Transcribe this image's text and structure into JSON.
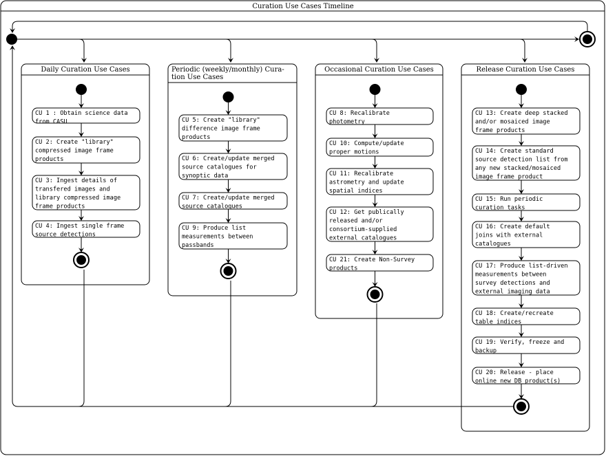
{
  "diagram": {
    "title": "Curation Use Cases Timeline",
    "lanes": [
      {
        "id": "daily",
        "title_lines": [
          "Daily Curation Use Cases"
        ],
        "activities": [
          {
            "id": "CU1",
            "lines": [
              "CU 1 : Obtain science data",
              "from CASU"
            ]
          },
          {
            "id": "CU2",
            "lines": [
              "CU 2: Create \"library\"",
              "compressed image frame",
              "products"
            ]
          },
          {
            "id": "CU3",
            "lines": [
              "CU 3: Ingest details of",
              "transfered images and",
              "library compressed image",
              "frame products"
            ]
          },
          {
            "id": "CU4",
            "lines": [
              "CU 4: Ingest single frame",
              "source detections"
            ]
          }
        ]
      },
      {
        "id": "periodic",
        "title_lines": [
          "Periodic (weekly/monthly) Cura-",
          "tion Use Cases"
        ],
        "activities": [
          {
            "id": "CU5",
            "lines": [
              "CU 5: Create \"library\"",
              "difference image frame",
              "products"
            ]
          },
          {
            "id": "CU6",
            "lines": [
              "CU 6: Create/update merged",
              "source catalogues for",
              "synoptic data"
            ]
          },
          {
            "id": "CU7",
            "lines": [
              "CU 7: Create/update merged",
              "source catalogues"
            ]
          },
          {
            "id": "CU9",
            "lines": [
              "CU 9: Produce list",
              "measurements between",
              "passbands"
            ]
          }
        ]
      },
      {
        "id": "occasional",
        "title_lines": [
          "Occasional Curation Use Cases"
        ],
        "activities": [
          {
            "id": "CU8",
            "lines": [
              "CU 8: Recalibrate",
              "photometry"
            ]
          },
          {
            "id": "CU10",
            "lines": [
              "CU 10: Compute/update",
              "proper motions"
            ]
          },
          {
            "id": "CU11",
            "lines": [
              "CU 11: Recalibrate",
              "astrometry and update",
              "spatial indices"
            ]
          },
          {
            "id": "CU12",
            "lines": [
              "CU 12: Get publically",
              "released and/or",
              "consortium-supplied",
              "external catalogues"
            ]
          },
          {
            "id": "CU21",
            "lines": [
              "CU 21: Create Non-Survey",
              "products"
            ]
          }
        ]
      },
      {
        "id": "release",
        "title_lines": [
          "Release Curation Use Cases"
        ],
        "activities": [
          {
            "id": "CU13",
            "lines": [
              "CU 13: Create deep stacked",
              "and/or mosaiced image",
              "frame products"
            ]
          },
          {
            "id": "CU14",
            "lines": [
              "CU 14: Create standard",
              "source detection list from",
              "any new stacked/mosaiced",
              "image frame product"
            ]
          },
          {
            "id": "CU15",
            "lines": [
              "CU 15: Run periodic",
              "curation tasks"
            ]
          },
          {
            "id": "CU16",
            "lines": [
              "CU 16: Create default",
              "joins with external",
              "catalogues"
            ]
          },
          {
            "id": "CU17",
            "lines": [
              "CU 17: Produce list-driven",
              "measurements between",
              "survey detections and",
              "external imaging data"
            ]
          },
          {
            "id": "CU18",
            "lines": [
              "CU 18: Create/recreate",
              "table indices"
            ]
          },
          {
            "id": "CU19",
            "lines": [
              "CU 19: Verify, freeze and",
              "backup"
            ]
          },
          {
            "id": "CU20",
            "lines": [
              "CU 20: Release - place",
              "online new DB product(s)"
            ]
          }
        ]
      }
    ],
    "colors": {
      "line": "#000000",
      "background": "#ffffff"
    }
  }
}
